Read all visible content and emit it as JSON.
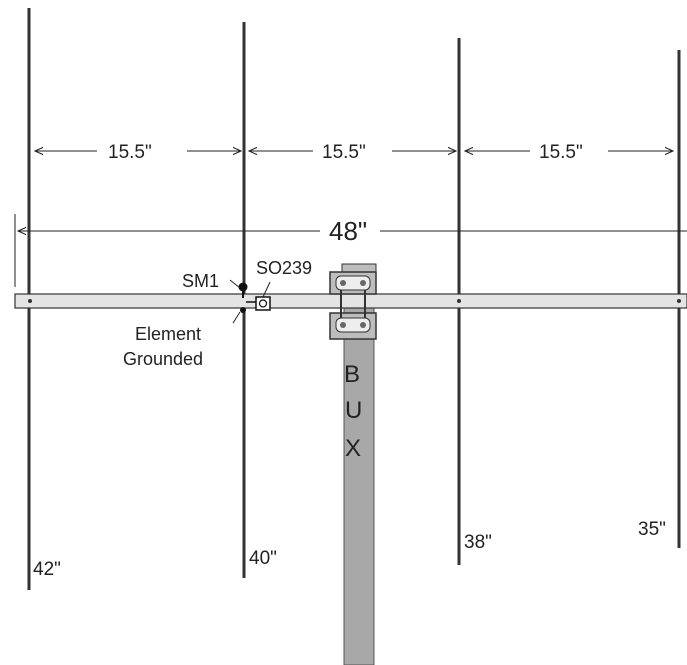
{
  "spacing_labels": [
    "15.5\"",
    "15.5\"",
    "15.5\""
  ],
  "boom_length_label": "48\"",
  "element_lengths": [
    "42\"",
    "40\"",
    "38\"",
    "35\""
  ],
  "connector_label": "SO239",
  "matching_label": "SM1",
  "ground_note": [
    "Element",
    "Grounded"
  ],
  "mast_letters": [
    "B",
    "U",
    "X"
  ],
  "colors": {
    "boom": "#e4e4e4",
    "mast": "#a8a8a8",
    "line": "#111111"
  }
}
